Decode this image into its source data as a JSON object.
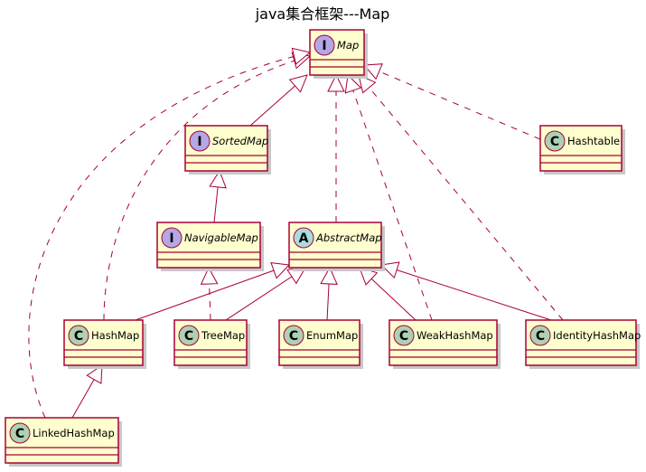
{
  "title": "java集合框架---Map",
  "colors": {
    "box_fill": "#FEFECE",
    "border": "#A80036",
    "shadow": "#C8C8C8",
    "interface_badge": "#B4A7E5",
    "abstract_badge": "#A9DCDF",
    "class_badge": "#ADD1B2"
  },
  "nodes": [
    {
      "id": "map",
      "label": "Map",
      "kind": "interface",
      "badge": "I"
    },
    {
      "id": "sortedmap",
      "label": "SortedMap",
      "kind": "interface",
      "badge": "I"
    },
    {
      "id": "navigablemap",
      "label": "NavigableMap",
      "kind": "interface",
      "badge": "I"
    },
    {
      "id": "abstractmap",
      "label": "AbstractMap",
      "kind": "abstract",
      "badge": "A"
    },
    {
      "id": "hashtable",
      "label": "Hashtable",
      "kind": "class",
      "badge": "C"
    },
    {
      "id": "hashmap",
      "label": "HashMap",
      "kind": "class",
      "badge": "C"
    },
    {
      "id": "treemap",
      "label": "TreeMap",
      "kind": "class",
      "badge": "C"
    },
    {
      "id": "enummap",
      "label": "EnumMap",
      "kind": "class",
      "badge": "C"
    },
    {
      "id": "weakhashmap",
      "label": "WeakHashMap",
      "kind": "class",
      "badge": "C"
    },
    {
      "id": "identityhashmap",
      "label": "IdentityHashMap",
      "kind": "class",
      "badge": "C"
    },
    {
      "id": "linkedhashmap",
      "label": "LinkedHashMap",
      "kind": "class",
      "badge": "C"
    }
  ],
  "edges": [
    {
      "from": "sortedmap",
      "to": "map",
      "type": "extends"
    },
    {
      "from": "navigablemap",
      "to": "sortedmap",
      "type": "extends"
    },
    {
      "from": "abstractmap",
      "to": "map",
      "type": "implements"
    },
    {
      "from": "hashtable",
      "to": "map",
      "type": "implements"
    },
    {
      "from": "hashmap",
      "to": "map",
      "type": "implements"
    },
    {
      "from": "linkedhashmap",
      "to": "map",
      "type": "implements"
    },
    {
      "from": "weakhashmap",
      "to": "map",
      "type": "implements"
    },
    {
      "from": "identityhashmap",
      "to": "map",
      "type": "implements"
    },
    {
      "from": "treemap",
      "to": "navigablemap",
      "type": "implements"
    },
    {
      "from": "hashmap",
      "to": "abstractmap",
      "type": "extends"
    },
    {
      "from": "treemap",
      "to": "abstractmap",
      "type": "extends"
    },
    {
      "from": "enummap",
      "to": "abstractmap",
      "type": "extends"
    },
    {
      "from": "weakhashmap",
      "to": "abstractmap",
      "type": "extends"
    },
    {
      "from": "identityhashmap",
      "to": "abstractmap",
      "type": "extends"
    },
    {
      "from": "linkedhashmap",
      "to": "hashmap",
      "type": "extends"
    }
  ]
}
